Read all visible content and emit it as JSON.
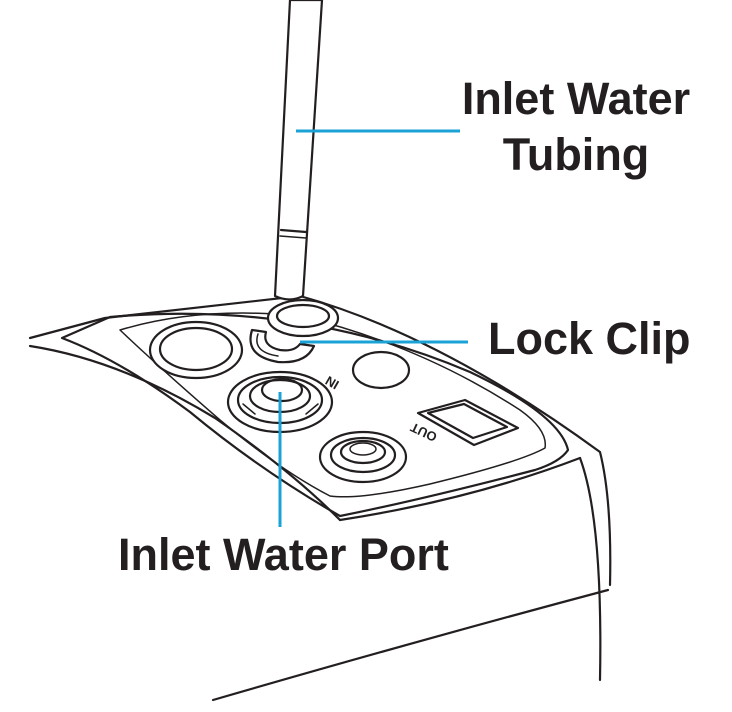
{
  "colors": {
    "ink": "#231f20",
    "leader_line": "#1aa1d6",
    "background": "#ffffff"
  },
  "callouts": {
    "inlet_tubing": {
      "line1": "Inlet Water",
      "line2": "Tubing"
    },
    "lock_clip": {
      "label": "Lock Clip"
    },
    "inlet_port": {
      "label": "Inlet Water Port"
    }
  },
  "port_markings": {
    "in": "IN",
    "out": "OUT"
  }
}
